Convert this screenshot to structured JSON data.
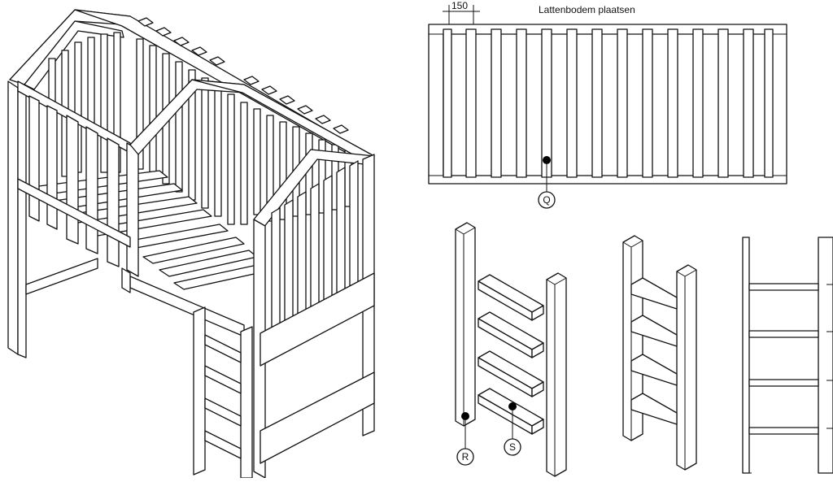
{
  "dimension_label": "150",
  "title": "Lattenbodem plaatsen",
  "callouts": {
    "q": "Q",
    "r": "R",
    "s": "S"
  }
}
